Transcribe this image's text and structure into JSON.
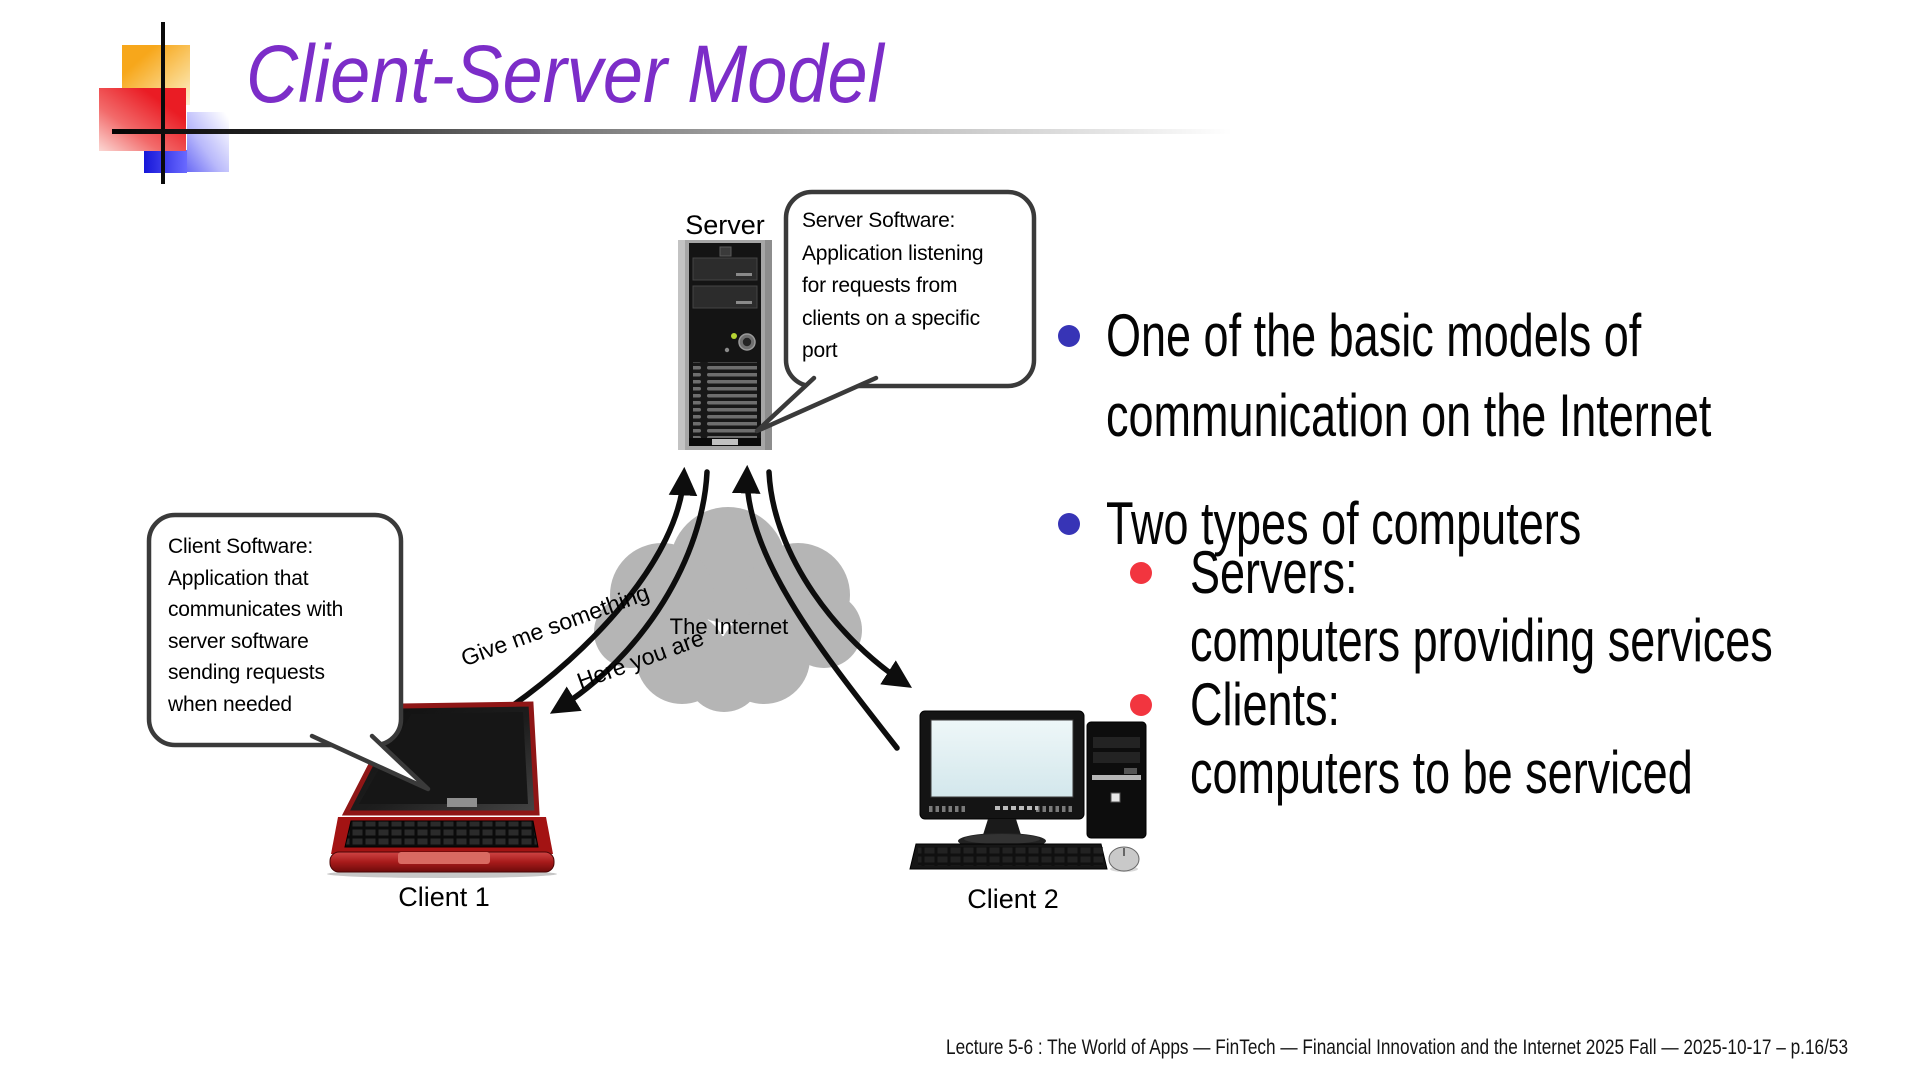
{
  "slide": {
    "title": "Client-Server Model",
    "footer": "Lecture 5-6 : The World of Apps — FinTech — Financial Innovation and the Internet 2025 Fall — 2025-10-17 – p.16/53"
  },
  "bullets": {
    "items": [
      {
        "lines": [
          "One of the basic models of",
          "communication on the Internet"
        ]
      },
      {
        "lines": [
          "Two types of computers"
        ]
      }
    ],
    "subitems": [
      {
        "lines": [
          "Servers:",
          "computers providing services"
        ]
      },
      {
        "lines": [
          "Clients:",
          "computers to be serviced"
        ]
      }
    ]
  },
  "diagram": {
    "server_label": "Server",
    "client1_label": "Client 1",
    "client2_label": "Client 2",
    "cloud_label": "The Internet",
    "request_label": "Give me something",
    "response_label": "Here you are",
    "server_bubble": {
      "lines": [
        "Server Software:",
        "Application listening",
        "for requests from",
        "clients on a specific",
        "port"
      ]
    },
    "client_bubble": {
      "lines": [
        "Client Software:",
        "Application that",
        "communicates with",
        "server software",
        "sending requests",
        "when needed"
      ]
    }
  },
  "colors": {
    "title_purple": "#7c2dc8",
    "bullet_blue": "#3734b6",
    "bullet_red": "#f2353f",
    "cloud_gray": "#b5b5b5",
    "arrow_black": "#0d0d0d"
  }
}
